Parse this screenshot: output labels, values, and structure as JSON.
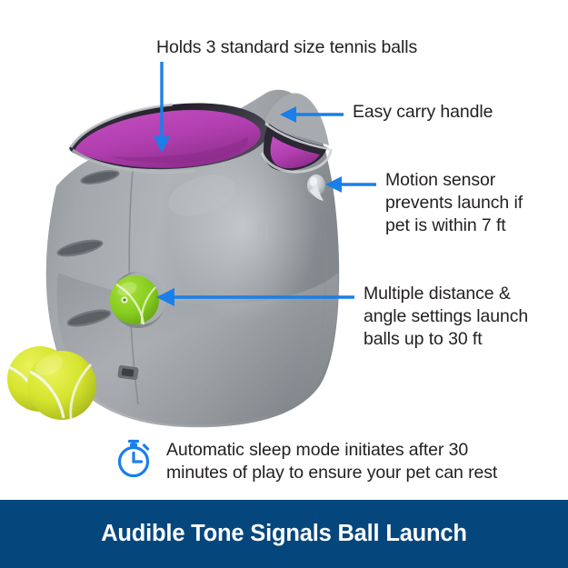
{
  "page": {
    "background_color": "#ffffff",
    "accent_color": "#1a7fe8",
    "text_color": "#231f20"
  },
  "callouts": [
    {
      "id": "holds-balls",
      "text": "Holds 3 standard size tennis balls",
      "pointer": "down-arrow"
    },
    {
      "id": "carry-handle",
      "text": "Easy carry handle",
      "pointer": "left-arrow"
    },
    {
      "id": "motion-sensor",
      "text": "Motion sensor\nprevents launch if\npet is within 7 ft",
      "pointer": "left-arrow"
    },
    {
      "id": "distance-settings",
      "text": "Multiple distance &\nangle settings launch\nballs up to 30 ft",
      "pointer": "left-arrow"
    }
  ],
  "sleep_mode": {
    "icon": "stopwatch-icon",
    "icon_color": "#1a7fe8",
    "text": "Automatic sleep mode initiates after 30\nminutes of play to ensure your pet can rest"
  },
  "banner": {
    "title": "Audible Tone Signals Ball Launch",
    "background_color": "#05477d",
    "text_color": "#ffffff"
  },
  "product": {
    "name": "automatic-tennis-ball-launcher",
    "body_color": "#9a9ea2",
    "body_highlight": "#b9bdc0",
    "body_shadow": "#7b8085",
    "interior_color": "#b23fb0",
    "interior_shadow": "#8d2c8c",
    "rim_color": "#2b2733",
    "dial_color": "#8bce22",
    "ball_color": "#d7e530",
    "ball_seam_color": "#f4f6f0",
    "vent_color": "#6f7479",
    "parts": [
      {
        "name": "ball-hopper-opening",
        "label": "top opening"
      },
      {
        "name": "carry-handle-cutout",
        "label": "carry handle"
      },
      {
        "name": "motion-sensor-lens",
        "label": "motion sensor"
      },
      {
        "name": "settings-dial",
        "label": "distance and angle dial"
      },
      {
        "name": "side-vents",
        "label": "side vents",
        "count": 3
      },
      {
        "name": "power-port",
        "label": "power port"
      },
      {
        "name": "loose-tennis-ball",
        "label": "tennis ball",
        "count": 2
      }
    ]
  }
}
